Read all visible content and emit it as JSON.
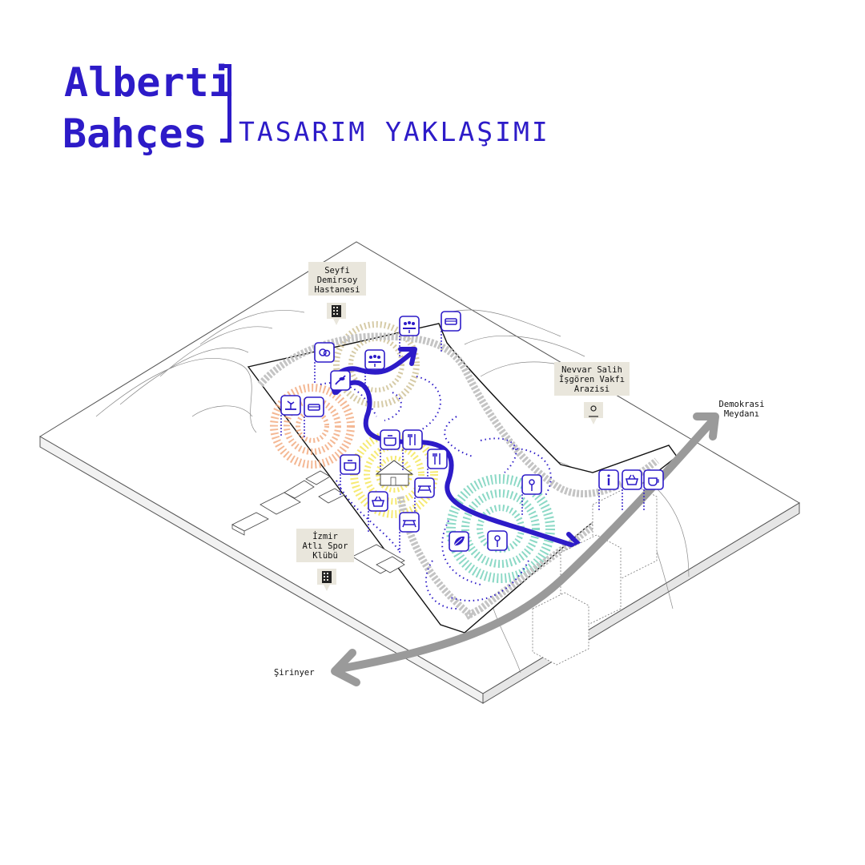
{
  "title": {
    "line1": "Alberti",
    "line2": "Bahçes",
    "subtitle": "TASARIM YAKLAŞIMI"
  },
  "colors": {
    "accent": "#2d1bc8",
    "road_arrow": "#9a9a9a",
    "label_box": "#e9e6dc",
    "zone_orange": "#f0a070",
    "zone_yellow": "#f5e65a",
    "zone_teal": "#6fcfb8",
    "zone_tan": "#c8b98a",
    "path_gray": "#c4c4c4"
  },
  "labels": {
    "hospital": [
      "Seyfi",
      "Demirsoy",
      "Hastanesi"
    ],
    "foundation": [
      "Nevvar Salih",
      "İşgören Vakfı",
      "Arazisi"
    ],
    "sports_club": [
      "İzmir",
      "Atlı Spor",
      "Klübü"
    ],
    "democracy_square": [
      "Demokrasi",
      "Meydanı"
    ],
    "sirinyer": "Şirinyer"
  },
  "icons": [
    {
      "name": "community-icon"
    },
    {
      "name": "bench-icon"
    },
    {
      "name": "vegetables-icon"
    },
    {
      "name": "community-icon"
    },
    {
      "name": "harvest-icon"
    },
    {
      "name": "planting-icon"
    },
    {
      "name": "bench-icon"
    },
    {
      "name": "cooking-pot-icon"
    },
    {
      "name": "dining-icon"
    },
    {
      "name": "cooking-pot-icon"
    },
    {
      "name": "dining-icon"
    },
    {
      "name": "market-basket-icon"
    },
    {
      "name": "picnic-table-icon"
    },
    {
      "name": "picnic-table-icon"
    },
    {
      "name": "flower-icon"
    },
    {
      "name": "leaf-icon"
    },
    {
      "name": "flower-icon"
    },
    {
      "name": "info-icon"
    },
    {
      "name": "market-basket-icon"
    },
    {
      "name": "cafe-icon"
    }
  ]
}
